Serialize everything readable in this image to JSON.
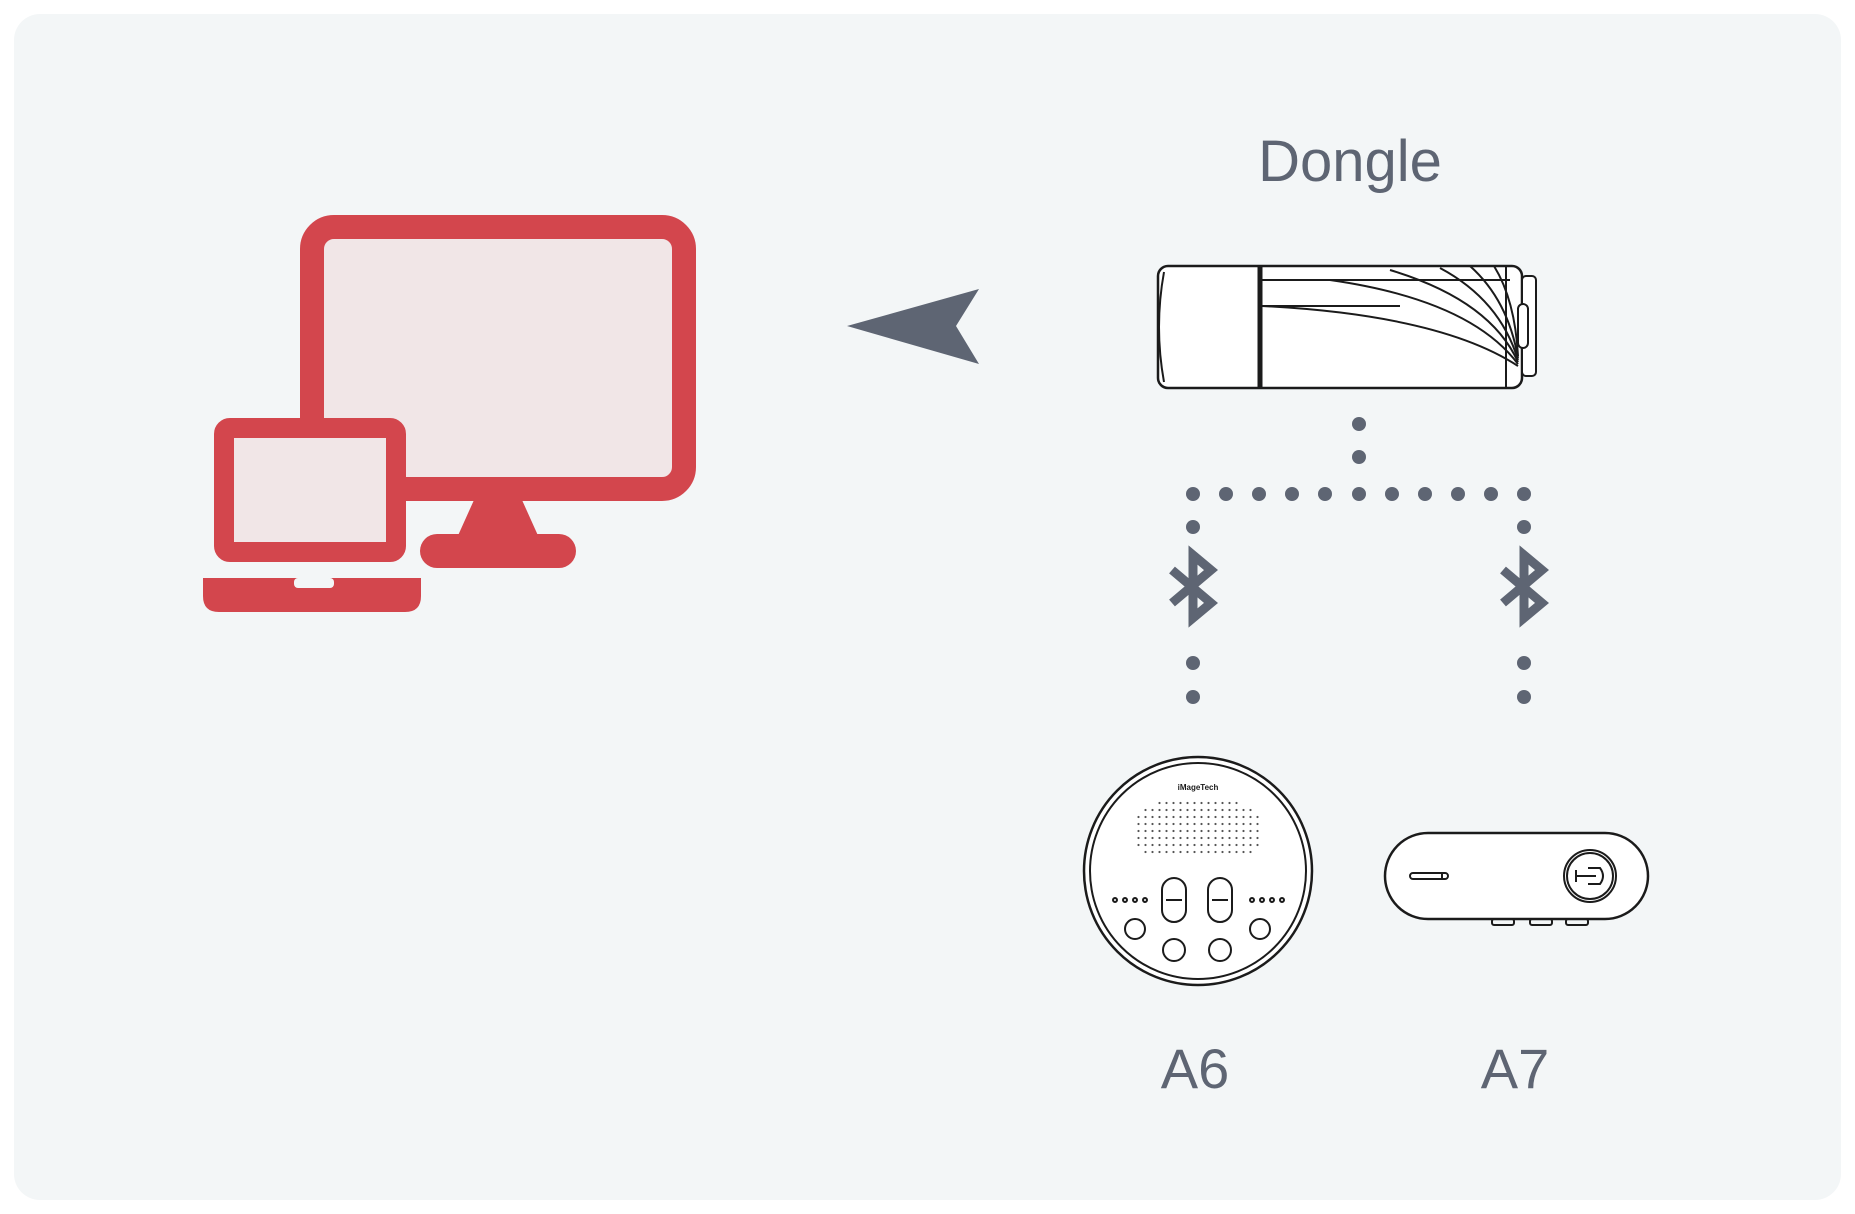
{
  "labels": {
    "dongle": "Dongle",
    "device_left": "A6",
    "device_right": "A7"
  },
  "device_brand": "iMageTech",
  "icons": {
    "computer": "monitor-and-laptop-icon",
    "arrow": "arrow-left-icon",
    "dongle": "usb-dongle-icon",
    "bluetooth": "bluetooth-icon",
    "speakerphone": "speakerphone-icon",
    "mic": "wireless-mic-icon"
  },
  "colors": {
    "background": "#f3f6f7",
    "computer_stroke": "#d3464d",
    "computer_screen": "#f1e6e7",
    "gray": "#5e6573",
    "line_art": "#1b1b1b"
  }
}
